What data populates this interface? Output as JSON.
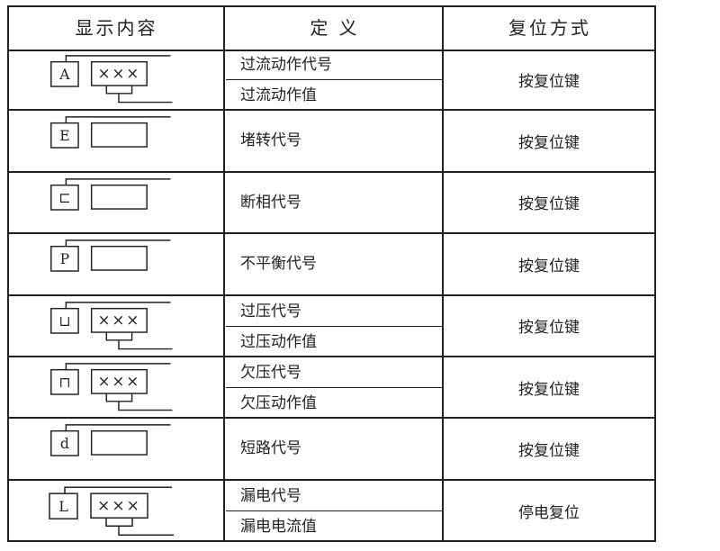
{
  "header": {
    "display": "显示内容",
    "definition": "定 义",
    "reset": "复位方式"
  },
  "rows": [
    {
      "code": "A",
      "has_value": true,
      "value": "×××",
      "definitions": [
        "过流动作代号",
        "过流动作值"
      ],
      "reset": "按复位键"
    },
    {
      "code": "E",
      "has_value": false,
      "value": "",
      "definitions": [
        "堵转代号"
      ],
      "reset": "按复位键"
    },
    {
      "code": "⊏",
      "has_value": false,
      "value": "",
      "definitions": [
        "断相代号"
      ],
      "reset": "按复位键"
    },
    {
      "code": "P",
      "has_value": false,
      "value": "",
      "definitions": [
        "不平衡代号"
      ],
      "reset": "按复位键"
    },
    {
      "code": "⊔",
      "has_value": true,
      "value": "×××",
      "definitions": [
        "过压代号",
        "过压动作值"
      ],
      "reset": "按复位键"
    },
    {
      "code": "⊓",
      "has_value": true,
      "value": "×××",
      "definitions": [
        "欠压代号",
        "欠压动作值"
      ],
      "reset": "按复位键"
    },
    {
      "code": "d",
      "has_value": false,
      "value": "",
      "definitions": [
        "短路代号"
      ],
      "reset": "按复位键"
    },
    {
      "code": "L",
      "has_value": true,
      "value": "×××",
      "definitions": [
        "漏电代号",
        "漏电电流值"
      ],
      "reset": "停电复位"
    }
  ]
}
